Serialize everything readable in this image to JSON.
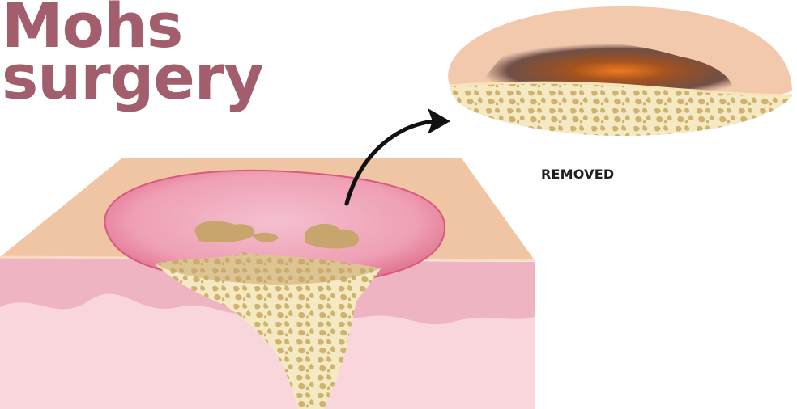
{
  "title": {
    "line1": "Mohs",
    "line2": "surgery"
  },
  "removed_label": "REMOVED",
  "colors": {
    "title": "#a35e6e",
    "skin_surface": "#f0c5a4",
    "dermis": "#efb4c1",
    "deep_tissue": "#f6cfd5",
    "wound": "#e98fa6",
    "tumor": "#ccb06a",
    "tumor_light": "#f4e9c2",
    "arrow": "#111111"
  },
  "icons": {
    "arrow": "curved-arrow-icon"
  }
}
